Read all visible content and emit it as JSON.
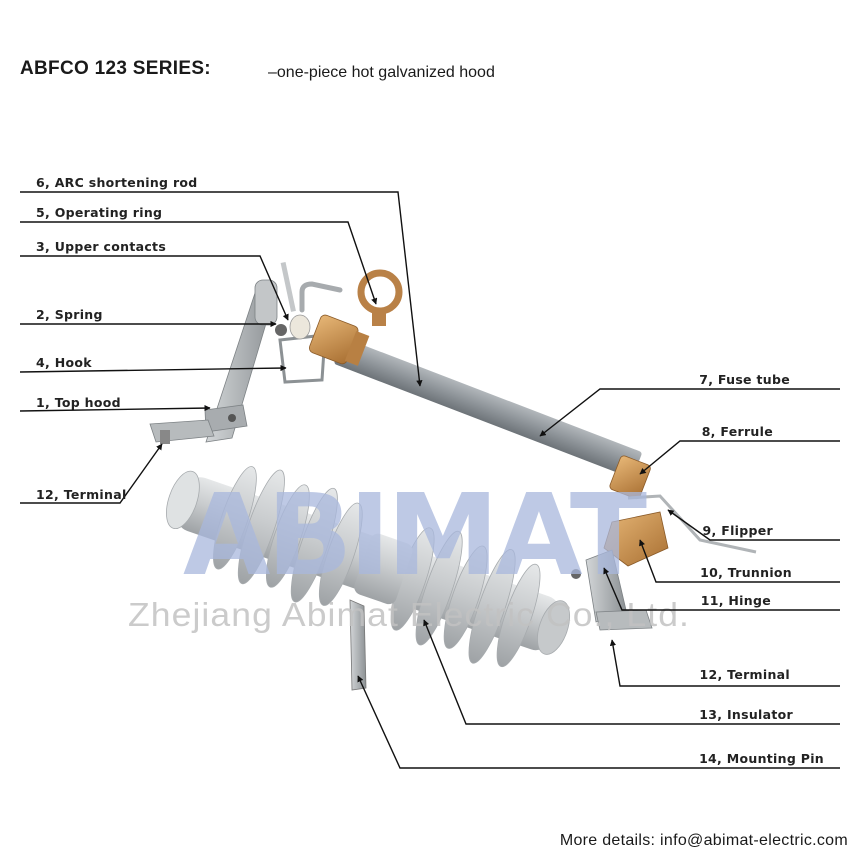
{
  "header": {
    "title": "ABFCO 123 SERIES:",
    "subtitle": "–one-piece hot galvanized hood"
  },
  "watermark": {
    "logo": "ABIMAT",
    "company": "Zhejiang Abimat Electric Co., Ltd."
  },
  "labels": {
    "arc_rod": "6, ARC shortening rod",
    "operating_ring": "5, Operating ring",
    "upper_contacts": "3, Upper contacts",
    "spring": "2, Spring",
    "hook": "4, Hook",
    "top_hood": "1, Top hood",
    "terminal_left": "12, Terminal",
    "fuse_tube": "7, Fuse tube",
    "ferrule": "8, Ferrule",
    "flipper": "9, Flipper",
    "trunnion": "10, Trunnion",
    "hinge": "11, Hinge",
    "terminal_right": "12, Terminal",
    "insulator": "13, Insulator",
    "mounting_pin": "14, Mounting Pin"
  },
  "footer": {
    "text": "More details: info@abimat-electric.com"
  },
  "colors": {
    "insulator": "#c9ccce",
    "fuse_tube": "#8f959a",
    "brass": "#c9924b",
    "steel": "#b4b8bb",
    "watermark_blue": "#a9b8dd"
  }
}
